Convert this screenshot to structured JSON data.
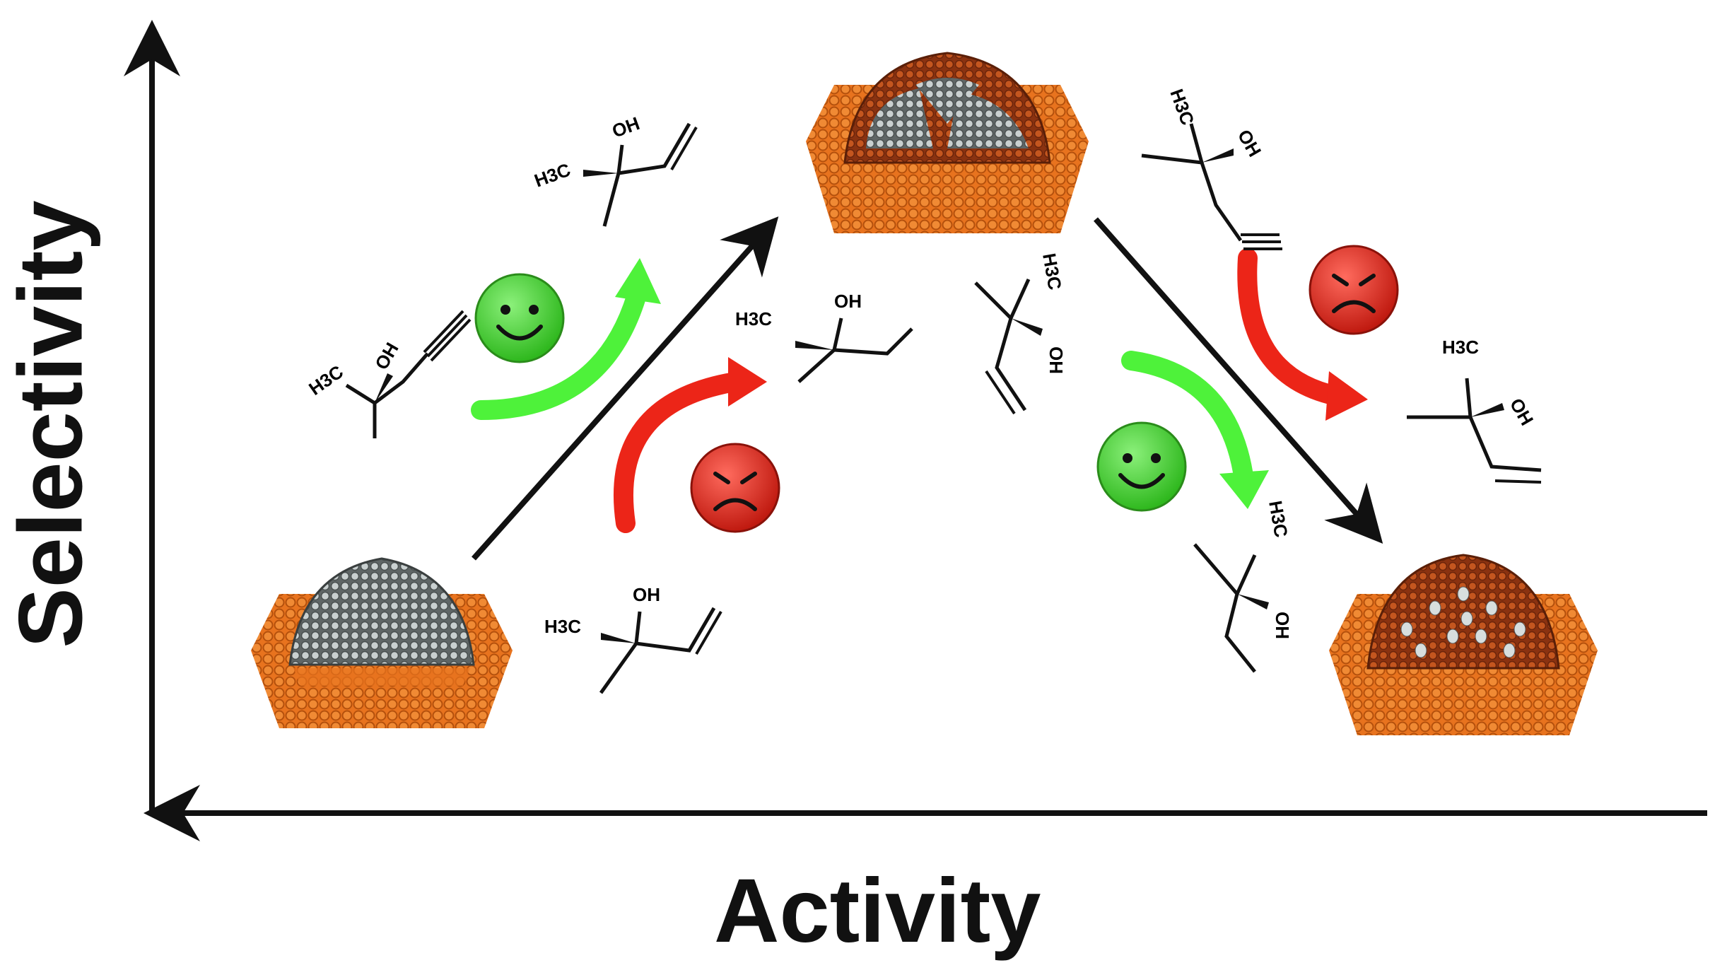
{
  "diagram": {
    "x_axis_label": "Activity",
    "y_axis_label": "Selectivity",
    "colors": {
      "axis": "#111111",
      "support": "#e8731e",
      "support_dark": "#b4500c",
      "metal_gray": "#8c9393",
      "metal_light": "#d5dcdc",
      "shell_copper": "#b0481a",
      "happy_face": "#3fd62c",
      "sad_face": "#e0261b",
      "green_arrow": "#4ef23a",
      "red_arrow": "#ec2518"
    },
    "catalysts": [
      {
        "name": "bare-metal-particle",
        "shell": "none"
      },
      {
        "name": "partially-covered-particle",
        "shell": "partial"
      },
      {
        "name": "fully-covered-particle",
        "shell": "full"
      }
    ],
    "molecule_labels": {
      "methyl": "H3C",
      "hydroxyl": "OH"
    },
    "faces": [
      "happy",
      "sad",
      "sad",
      "happy"
    ],
    "icons": [
      "smiley-icon",
      "frown-icon"
    ]
  }
}
